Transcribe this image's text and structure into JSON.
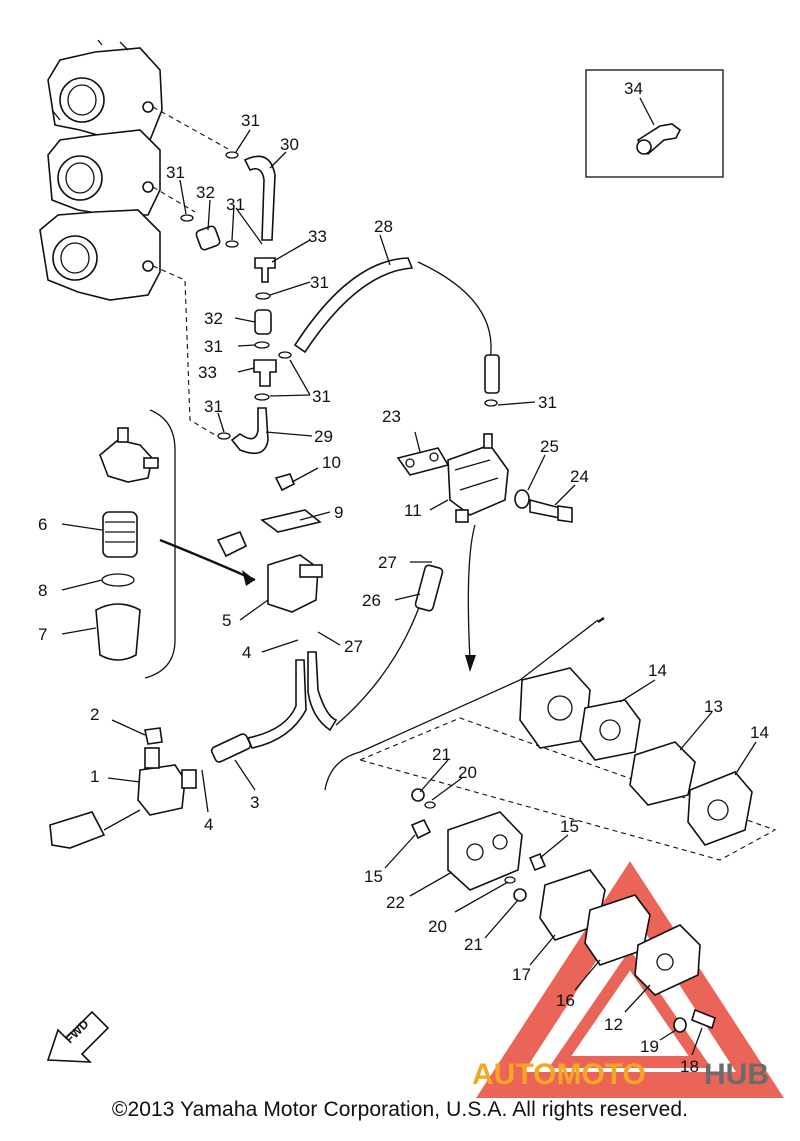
{
  "callouts": {
    "c1": "1",
    "c2": "2",
    "c3": "3",
    "c4a": "4",
    "c4b": "4",
    "c5": "5",
    "c6": "6",
    "c7": "7",
    "c8": "8",
    "c9": "9",
    "c10": "10",
    "c11": "11",
    "c12": "12",
    "c13": "13",
    "c14a": "14",
    "c14b": "14",
    "c15a": "15",
    "c15b": "15",
    "c16": "16",
    "c17": "17",
    "c18": "18",
    "c19": "19",
    "c20a": "20",
    "c20b": "20",
    "c21a": "21",
    "c21b": "21",
    "c22": "22",
    "c23": "23",
    "c24": "24",
    "c25": "25",
    "c26": "26",
    "c27a": "27",
    "c27b": "27",
    "c28": "28",
    "c29": "29",
    "c30": "30",
    "c31a": "31",
    "c31b": "31",
    "c31c": "31",
    "c31d": "31",
    "c31e": "31",
    "c31f": "31",
    "c31g": "31",
    "c31h": "31",
    "c32a": "32",
    "c32b": "32",
    "c33a": "33",
    "c33b": "33",
    "c34": "34"
  },
  "fwd_label": "FWD",
  "watermark": {
    "text_auto": "AUTOMOTO",
    "text_hub": "HUB",
    "color_red": "#e84a3c",
    "color_orange": "#f5a623",
    "color_gray": "#6b6b6b"
  },
  "copyright": "©2013 Yamaha Motor Corporation, U.S.A. All rights reserved."
}
